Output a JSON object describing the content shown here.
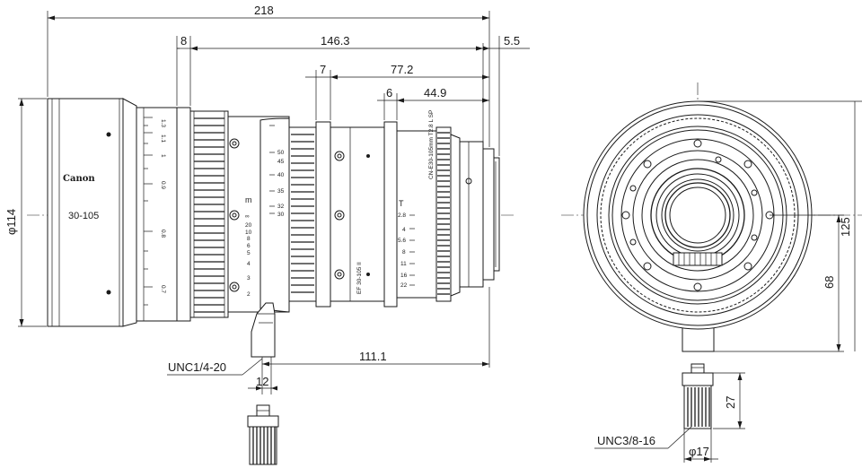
{
  "dimensions": {
    "overall_length": "218",
    "front_ring_width": "8",
    "body_to_mount": "146.3",
    "flange_protrusion": "5.5",
    "mid_ring_width": "7",
    "mid_to_mount": "77.2",
    "rear_ring_width": "6",
    "rear_to_mount": "44.9",
    "front_diameter": "φ114",
    "foot_to_mount": "111.1",
    "foot_width": "12",
    "overall_height": "125",
    "center_height": "68",
    "knob_height": "27",
    "knob_diameter": "φ17"
  },
  "threads": {
    "side_view": "UNC1/4-20",
    "front_view": "UNC3/8-16"
  },
  "lens_markings": {
    "brand": "Canon",
    "zoom_range": "30-105",
    "model_text": "CN-E30-105mm T2.8 L SP",
    "serial_text": "EF 30-105 II",
    "focus_unit": "m",
    "focus_scale": [
      "∞",
      "20",
      "10",
      "8",
      "6",
      "5",
      "4",
      "3",
      "2"
    ],
    "focus_scale_upper": [
      "50",
      "45",
      "40",
      "35",
      "32",
      "30"
    ],
    "iris_unit": "T",
    "iris_scale": [
      "2.8",
      "4",
      "5.6",
      "8",
      "11",
      "16",
      "22"
    ],
    "zoom_scale": [
      "1.3",
      "1.1",
      "1",
      "0.9",
      "0.8",
      "0.7"
    ]
  },
  "colors": {
    "line": "#1a1a1a",
    "background": "#ffffff"
  }
}
